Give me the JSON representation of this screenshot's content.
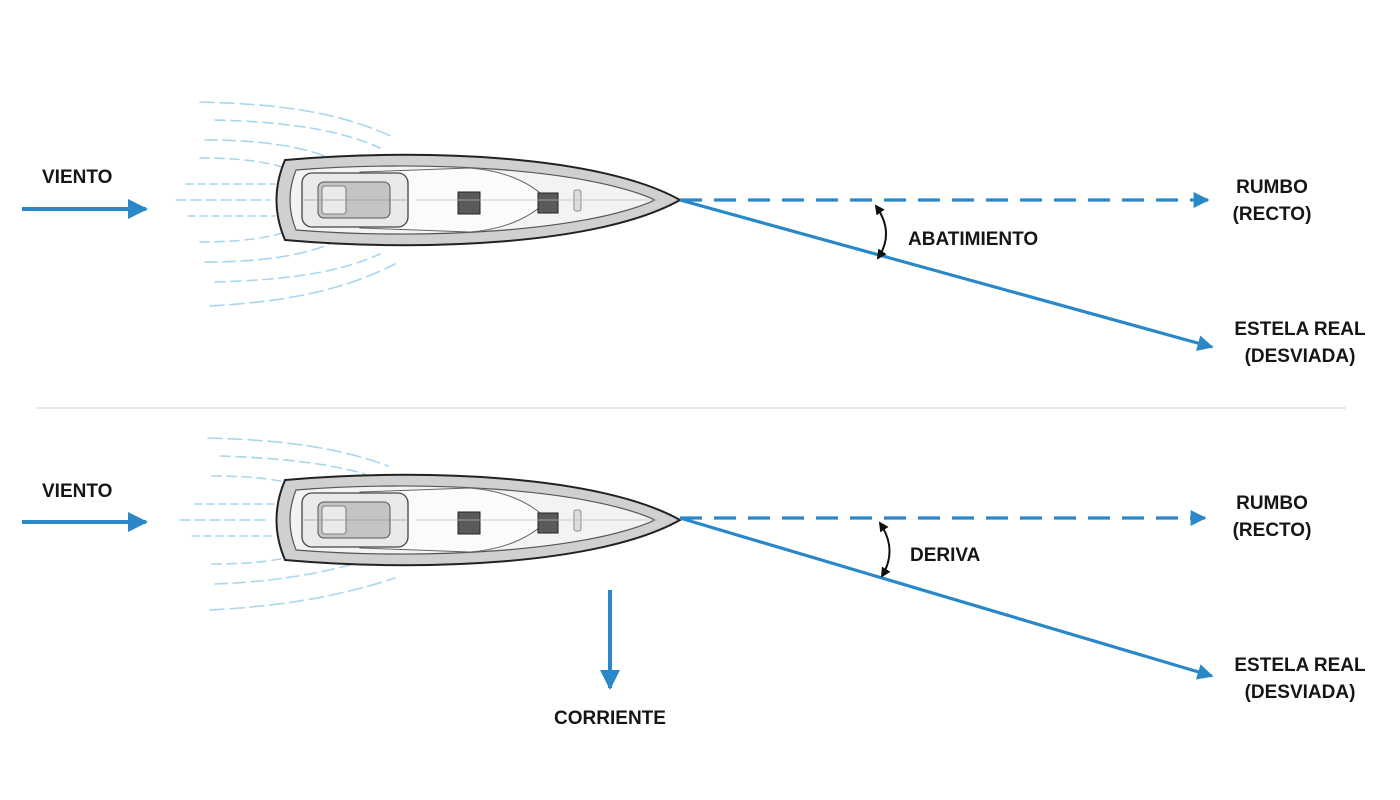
{
  "panels": [
    {
      "wind_label": "VIENTO",
      "course_label": [
        "RUMBO",
        "(RECTO)"
      ],
      "angle_label": "ABATIMIENTO",
      "track_label": [
        "ESTELA REAL",
        "(DESVIADA)"
      ]
    },
    {
      "wind_label": "VIENTO",
      "course_label": [
        "RUMBO",
        "(RECTO)"
      ],
      "angle_label": "DERIVA",
      "track_label": [
        "ESTELA REAL",
        "(DESVIADA)"
      ],
      "current_label": "CORRIENTE"
    }
  ],
  "colors": {
    "arrow_blue": "#2a88c9",
    "wind_streak": "#a9d6ee",
    "hull_fill": "#d0d0d0",
    "deck_fill": "#f3f3f3",
    "outline": "#222222",
    "label_text": "#161616",
    "divider": "#dcdcdc"
  },
  "icons": {
    "wind_arrow": "arrow-right-icon",
    "current_arrow": "arrow-down-icon",
    "angle_marker": "double-headed-arc-arrow-icon",
    "boat": "sailboat-top-view-icon"
  }
}
